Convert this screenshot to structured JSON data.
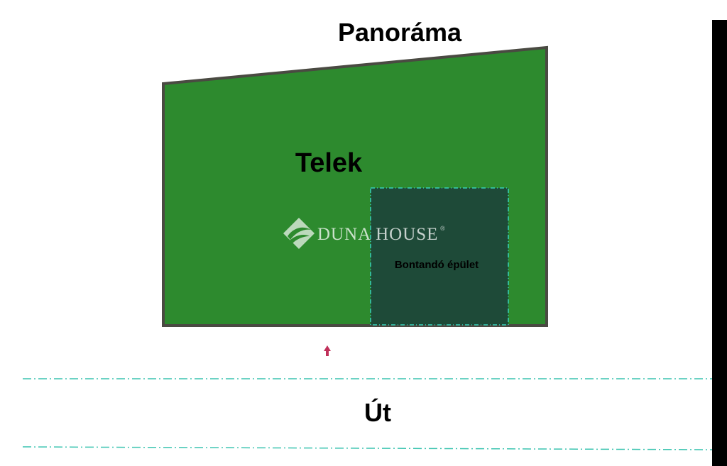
{
  "diagram": {
    "title": "Panoráma",
    "plot_label": "Telek",
    "building_label": "Bontandó épület",
    "road_label": "Út"
  },
  "watermark": {
    "text_line1": "DUNA HOUSE",
    "registered": "®"
  },
  "colors": {
    "plot_fill": "#2d8a2e",
    "plot_border": "#4a4a42",
    "building_fill": "#1e4a38",
    "building_border": "#36d0b8",
    "road_line": "#3cc4b0",
    "entrance_arrow": "#c0305a",
    "edge_bar": "#000000"
  },
  "icons": {
    "entrance": "entrance-arrow-icon",
    "logo": "duna-house-logo-icon"
  }
}
